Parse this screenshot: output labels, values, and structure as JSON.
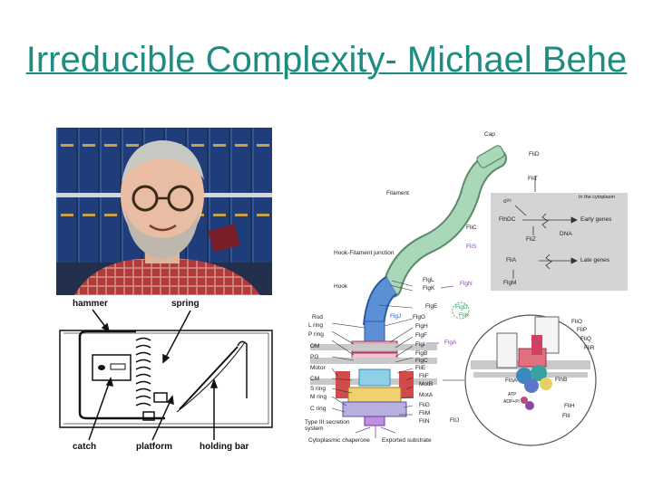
{
  "slide": {
    "title": "Irreducible Complexity- Michael Behe"
  },
  "mousetrap": {
    "labels": {
      "hammer": "hammer",
      "spring": "spring",
      "catch": "catch",
      "platform": "platform",
      "holding_bar": "holding bar"
    }
  },
  "flagellum": {
    "labels": {
      "cap": "Cap",
      "filament": "Filament",
      "hook_filament_junction": "Hook-Filament junction",
      "hook": "Hook",
      "rod": "Rod",
      "l_ring": "L ring",
      "p_ring": "P ring",
      "om": "OM",
      "pg": "PG",
      "motor": "Motor",
      "cm": "CM",
      "s_ring": "S ring",
      "m_ring": "M ring",
      "c_ring": "C ring",
      "type_iii": "Type III secretion system",
      "cytoplasmic_chaperone": "Cytoplasmic chaperone",
      "exported_substrate": "Exported substrate",
      "flid": "FliD",
      "flit": "FliT",
      "flic": "FliC",
      "flis": "FliS",
      "flgl": "FlgL",
      "flgk": "FlgK",
      "flgn": "FlgN",
      "flge": "FlgE",
      "flgd": "FlgD",
      "flik": "FliK",
      "flgj": "FlgJ",
      "flgg": "FlgG",
      "flgh": "FlgH",
      "flgf": "FlgF",
      "flgi": "FlgI",
      "flgb": "FlgB",
      "flgc": "FlgC",
      "flie": "FliE",
      "flga": "FlgA",
      "flif": "FliF",
      "motb": "MotB",
      "mota": "MotA",
      "flig": "FliG",
      "flim": "FliM",
      "flin": "FliN",
      "flij": "FliJ",
      "in_cytoplasm": "In the cytoplasm",
      "sigma": "σ²⁸",
      "flhdc": "FlhDC",
      "early_genes": "Early genes",
      "fliz": "FliZ",
      "dna": "DNA",
      "flia": "FliA",
      "late_genes": "Late genes",
      "flgm": "FlgM",
      "flio": "FliO",
      "flip": "FliP",
      "fliq": "FliQ",
      "flir": "FliR",
      "flha": "FlhA",
      "flhb": "FlhB",
      "flih": "FliH",
      "flii": "FliI",
      "atp": "ATP",
      "adp_pi": "ADP+Pi"
    }
  }
}
